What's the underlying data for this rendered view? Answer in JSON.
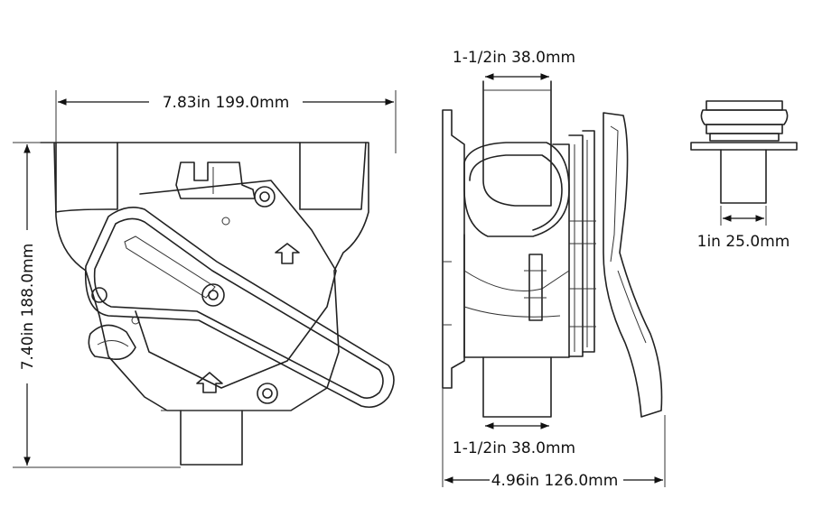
{
  "dimensions": {
    "overall_width": "7.83in 199.0mm",
    "overall_height": "7.40in 188.0mm",
    "top_port": "1-1/2in 38.0mm",
    "bottom_port": "1-1/2in 38.0mm",
    "side_depth": "4.96in 126.0mm",
    "small_port": "1in 25.0mm"
  },
  "colors": {
    "line": "#222222",
    "background": "#ffffff"
  }
}
